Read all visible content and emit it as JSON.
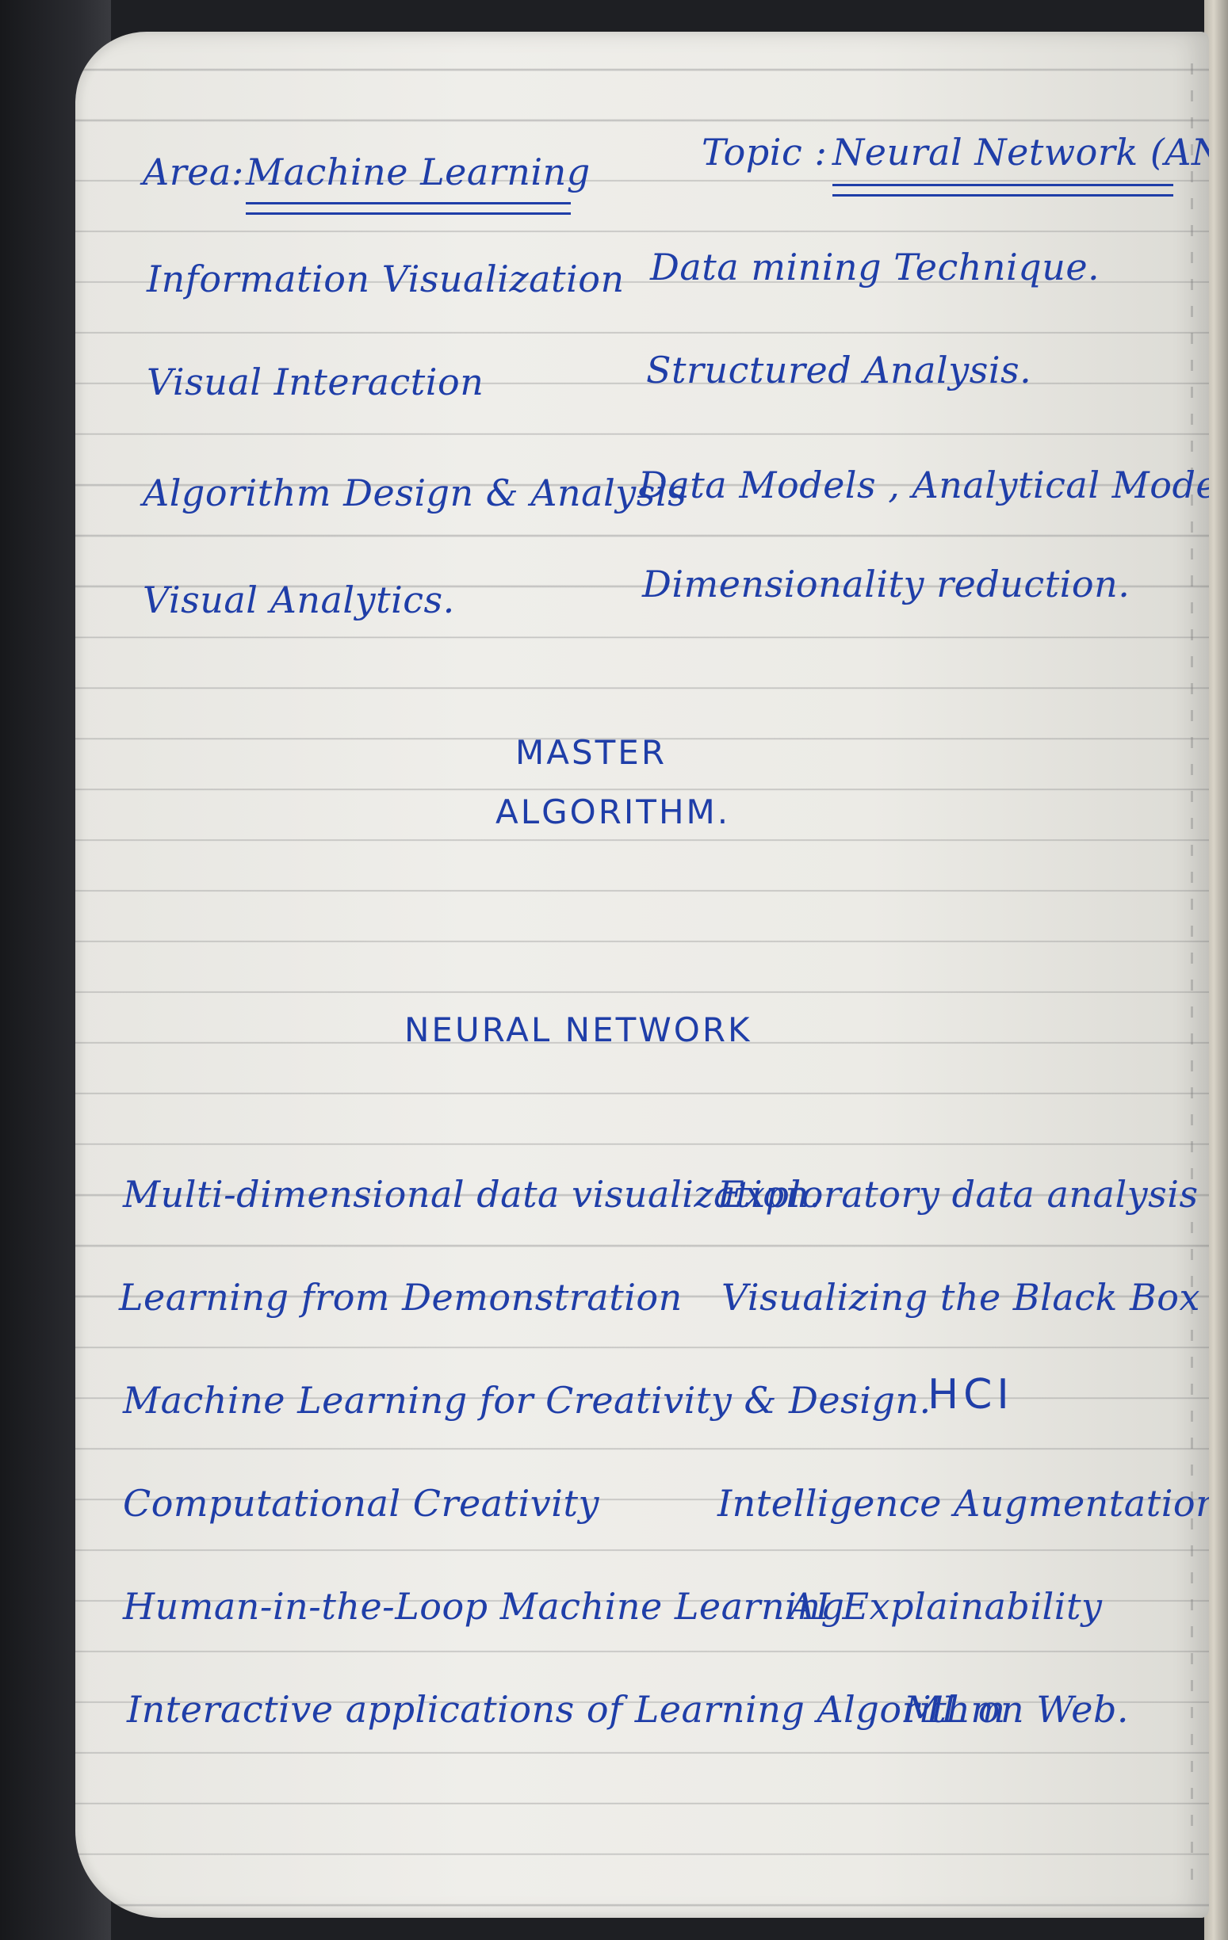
{
  "header": {
    "area_label": "Area:",
    "area_value": "Machine Learning",
    "topic_label": "Topic :",
    "topic_value": "Neural Network (ANN)"
  },
  "upper_list": {
    "left": [
      "Information Visualization",
      "Visual Interaction",
      "Algorithm Design & Analysis",
      "Visual Analytics."
    ],
    "right": [
      "Data mining Technique.",
      "Structured Analysis.",
      "Data Models , Analytical Models.",
      "Dimensionality reduction."
    ]
  },
  "center": {
    "line1": "MASTER",
    "line2": "ALGORITHM.",
    "line3": "NEURAL NETWORK"
  },
  "lower_list": {
    "left": [
      "Multi-dimensional data visualization.",
      "Learning from Demonstration",
      "Machine Learning for Creativity & Design.",
      "Computational Creativity",
      "Human-in-the-Loop Machine Learning",
      "Interactive applications of Learning Algorithm"
    ],
    "right": [
      "Exploratory data analysis",
      "Visualizing the Black Box",
      "HCI",
      "Intelligence Augmentation.",
      "AI Explainability",
      "ML on Web."
    ]
  }
}
